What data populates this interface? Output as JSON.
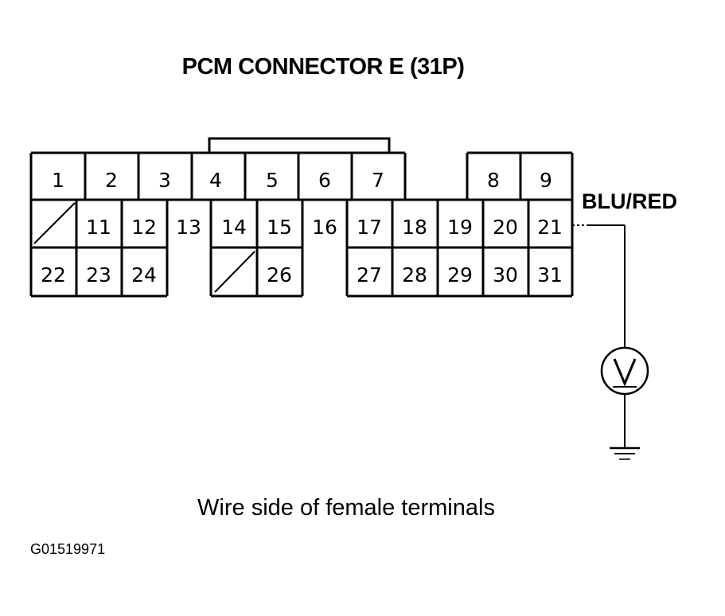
{
  "title": "PCM CONNECTOR E (31P)",
  "caption": "Wire side of female terminals",
  "figure_id": "G01519971",
  "wire_color": "BLU/RED",
  "pins": [
    {
      "n": "1"
    },
    {
      "n": "2"
    },
    {
      "n": "3"
    },
    {
      "n": "4"
    },
    {
      "n": "5"
    },
    {
      "n": "6"
    },
    {
      "n": "7"
    },
    {
      "n": "8"
    },
    {
      "n": "9"
    },
    {
      "n": "11"
    },
    {
      "n": "12"
    },
    {
      "n": "13"
    },
    {
      "n": "14"
    },
    {
      "n": "15"
    },
    {
      "n": "16"
    },
    {
      "n": "17"
    },
    {
      "n": "18"
    },
    {
      "n": "19"
    },
    {
      "n": "20"
    },
    {
      "n": "21"
    },
    {
      "n": "22"
    },
    {
      "n": "23"
    },
    {
      "n": "24"
    },
    {
      "n": "26"
    },
    {
      "n": "27"
    },
    {
      "n": "28"
    },
    {
      "n": "29"
    },
    {
      "n": "30"
    },
    {
      "n": "31"
    }
  ],
  "probe_pin": "21",
  "meter_icon": "voltmeter-icon",
  "ground_icon": "ground-icon"
}
